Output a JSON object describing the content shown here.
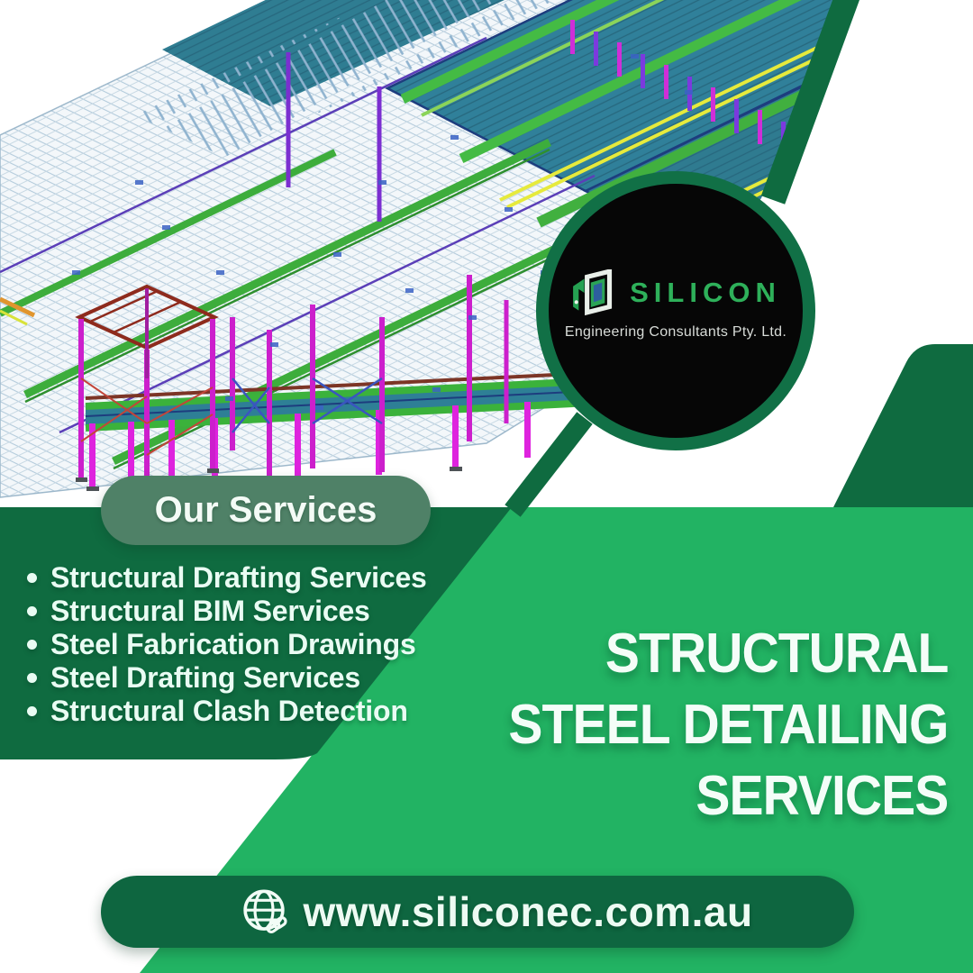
{
  "brand": {
    "logo_text": "SILICON",
    "logo_subtitle": "Engineering Consultants Pty. Ltd."
  },
  "services": {
    "title": "Our Services",
    "items": [
      "Structural Drafting Services",
      "Structural BIM Services",
      "Steel Fabrication Drawings",
      "Steel Drafting Services",
      "Structural Clash Detection"
    ]
  },
  "heading": {
    "line1": "STRUCTURAL",
    "line2": "STEEL DETAILING",
    "line3": "SERVICES"
  },
  "website": {
    "url": "www.siliconec.com.au"
  },
  "icons": {
    "globe": "globe-icon",
    "building": "building-icon"
  },
  "colors": {
    "dark_green": "#0f6b40",
    "bright_green": "#22b363",
    "sage_green": "#4f8167",
    "logo_green": "#2eb05a",
    "badge_black": "#060606"
  }
}
